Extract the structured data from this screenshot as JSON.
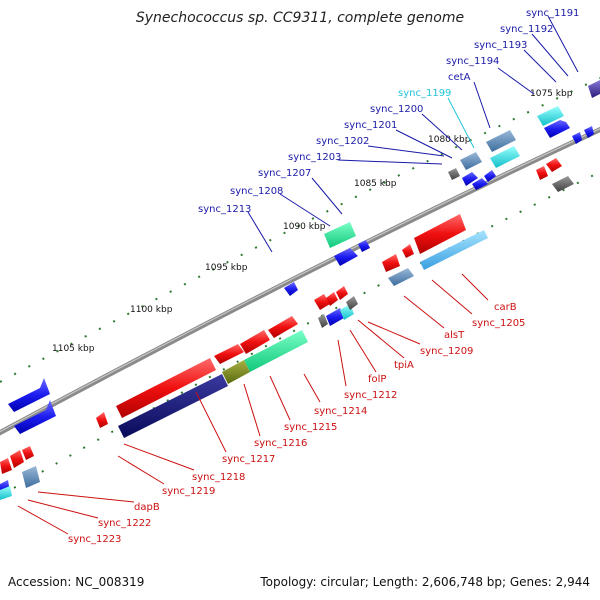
{
  "title": "Synechococcus sp. CC9311, complete genome",
  "footer": {
    "accession": "Accession: NC_008319",
    "topology": "Topology: circular; Length: 2,606,748 bp; Genes: 2,944"
  },
  "colors": {
    "forward_label": "#1a1aa8",
    "reverse_label": "#cc1111",
    "highlight_label": "#22c4d8",
    "backbone": "#8a8a8a",
    "tick": "#2f7a2f"
  },
  "kbp_marks": [
    "1075 kbp",
    "1080 kbp",
    "1085 kbp",
    "1090 kbp",
    "1095 kbp",
    "1100 kbp",
    "1105 kbp"
  ],
  "forward_labels": [
    "sync_1191",
    "sync_1192",
    "sync_1193",
    "sync_1194",
    "cetA",
    "sync_1199",
    "sync_1200",
    "sync_1201",
    "sync_1202",
    "sync_1203",
    "sync_1207",
    "sync_1208",
    "sync_1213"
  ],
  "reverse_labels": [
    "carB",
    "sync_1205",
    "alsT",
    "sync_1209",
    "tpiA",
    "folP",
    "sync_1212",
    "sync_1214",
    "sync_1215",
    "sync_1216",
    "sync_1217",
    "sync_1218",
    "sync_1219",
    "dapB",
    "sync_1222",
    "sync_1223"
  ]
}
